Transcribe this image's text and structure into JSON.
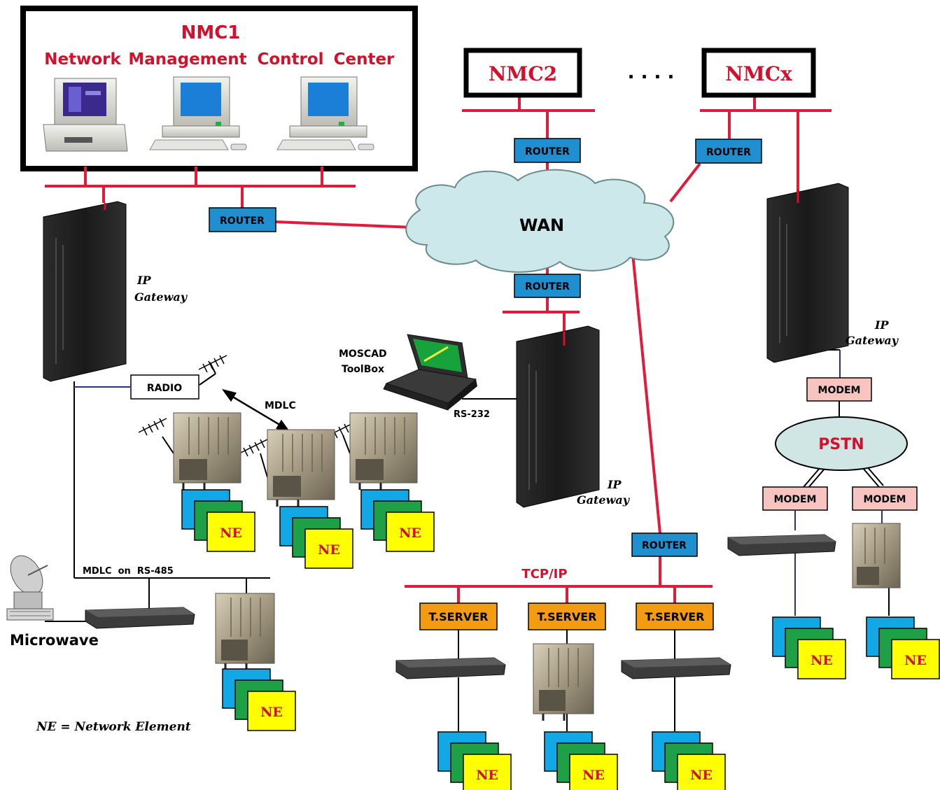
{
  "colors": {
    "link_red": "#e21b3c",
    "title_red": "#d4102d",
    "router_blue": "#1f8fd0",
    "modem_pink": "#f7c4c0",
    "tserver_orange": "#f39c12",
    "cloud_fill": "#cce8ea",
    "pstn_fill": "#cfe6e5",
    "ne_blue": "#12a8e6",
    "ne_green": "#1ea047",
    "ne_yellow": "#ffff00",
    "device_black": "#1c1c1c"
  },
  "nmc1": {
    "title": "NMC1",
    "words": [
      "Network",
      "Management",
      "Control",
      "Center"
    ]
  },
  "nmc2": {
    "label": "NMC2"
  },
  "nmcx": {
    "label": "NMCx"
  },
  "ellipsis": ". . . .",
  "wan": {
    "label": "WAN"
  },
  "pstn": {
    "label": "PSTN"
  },
  "router_label": "ROUTER",
  "modem_label": "MODEM",
  "tserver_label": "T.SERVER",
  "radio": {
    "label": "RADIO"
  },
  "gateway": {
    "line1": "IP",
    "line2": "Gateway"
  },
  "toolbox": {
    "line1": "MOSCAD",
    "line2": "ToolBox"
  },
  "rs232": "RS-232",
  "mdlc": "MDLC",
  "mdlc_rs485": "MDLC  on  RS-485",
  "microwave": "Microwave",
  "tcpip": "TCP/IP",
  "ne_label": "NE",
  "legend": "NE = Network Element"
}
